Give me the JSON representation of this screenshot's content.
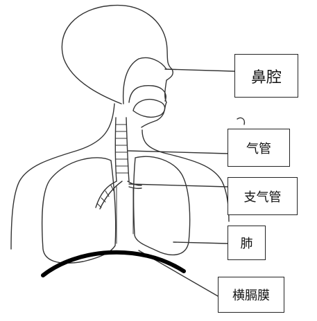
{
  "labels": {
    "nasal_cavity": "鼻腔",
    "trachea": "气管",
    "bronchus": "支气管",
    "lung": "肺",
    "diaphragm": "横膈膜"
  },
  "colors": {
    "outline": "#333333",
    "diaphragm": "#000000",
    "background": "#ffffff"
  }
}
